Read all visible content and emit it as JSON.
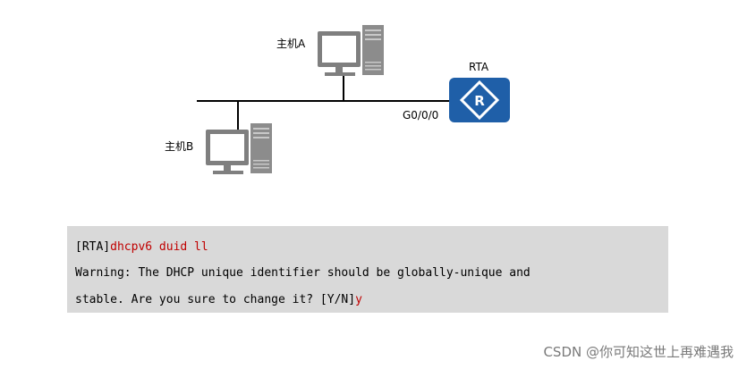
{
  "topology": {
    "host_a": "主机A",
    "host_b": "主机B",
    "router": "RTA",
    "interface": "G0/0/0"
  },
  "cli": {
    "prompt": "[RTA]",
    "command": "dhcpv6 duid ll",
    "warning_line1": "Warning: The DHCP unique identifier should be globally-unique and",
    "warning_line2": "stable. Are you sure to change it? [Y/N]",
    "answer": "y"
  },
  "watermark": "CSDN @你可知这世上再难遇我",
  "colors": {
    "router_blue": "#1f5fa8",
    "computer_gray": "#7f7f7f",
    "cli_bg": "#d9d9d9",
    "cli_red": "#c00000"
  }
}
